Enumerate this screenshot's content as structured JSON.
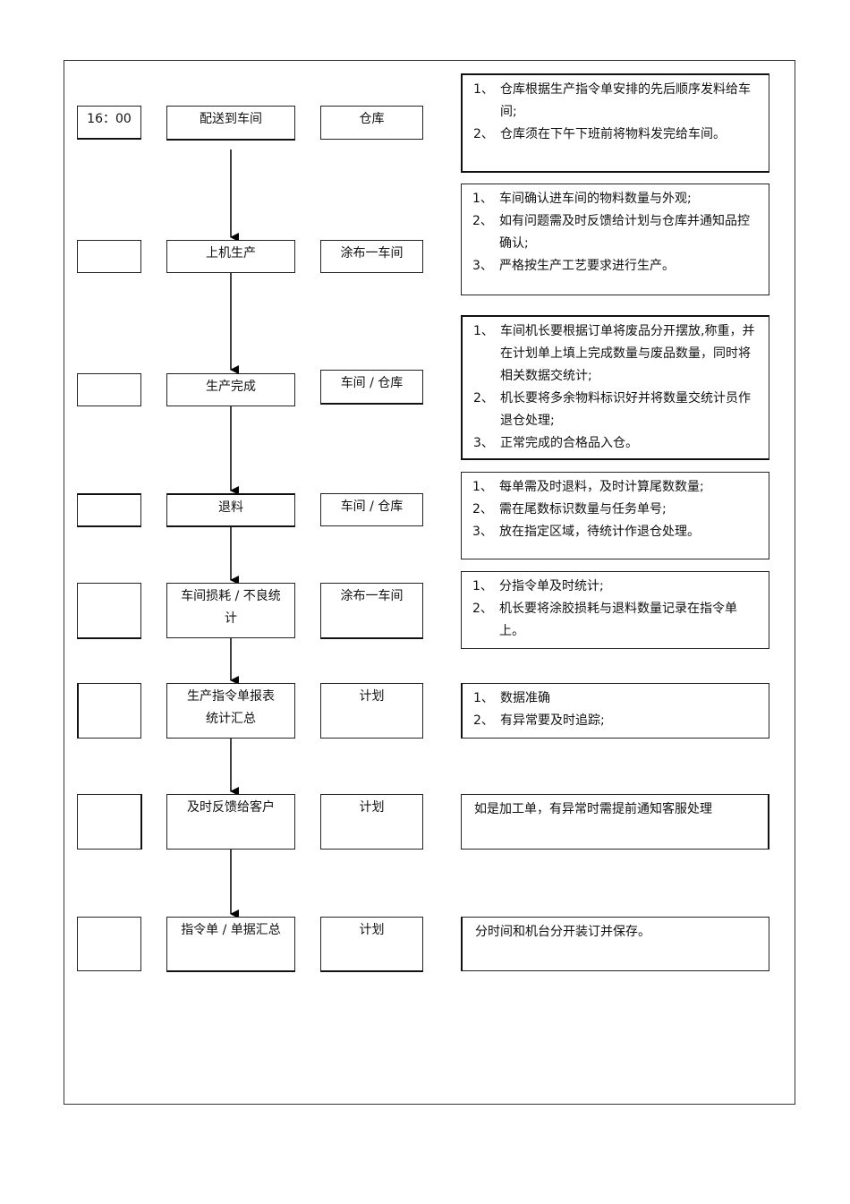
{
  "rows": [
    {
      "time": "16：00",
      "step": "配送到车间",
      "dept": "仓库",
      "notes": [
        {
          "num": "1、",
          "text": "仓库根据生产指令单安排的先后顺序发料给车间;"
        },
        {
          "num": "2、",
          "text": "仓库须在下午下班前将物料发完给车间。"
        }
      ]
    },
    {
      "time": "",
      "step": "上机生产",
      "dept": "涂布一车间",
      "notes": [
        {
          "num": "1、",
          "text": "车间确认进车间的物料数量与外观;"
        },
        {
          "num": "2、",
          "text": "如有问题需及时反馈给计划与仓库并通知品控确认;"
        },
        {
          "num": "3、",
          "text": "严格按生产工艺要求进行生产。"
        }
      ]
    },
    {
      "time": "",
      "step": "生产完成",
      "dept": "车间 / 仓库",
      "notes": [
        {
          "num": "1、",
          "text": "车间机长要根据订单将废品分开摆放,称重，并在计划单上填上完成数量与废品数量，同时将相关数据交统计;"
        },
        {
          "num": "2、",
          "text": "机长要将多余物料标识好并将数量交统计员作退仓处理;"
        },
        {
          "num": "3、",
          "text": "正常完成的合格品入仓。"
        }
      ]
    },
    {
      "time": "",
      "step": "退料",
      "dept": "车间 / 仓库",
      "notes": [
        {
          "num": "1、",
          "text": "每单需及时退料，及时计算尾数数量;"
        },
        {
          "num": "2、",
          "text": "需在尾数标识数量与任务单号;"
        },
        {
          "num": "3、",
          "text": "放在指定区域，待统计作退仓处理。"
        }
      ]
    },
    {
      "time": "",
      "step": "车间损耗 / 不良统计",
      "dept": "涂布一车间",
      "notes": [
        {
          "num": "1、",
          "text": "分指令单及时统计;"
        },
        {
          "num": "2、",
          "text": "机长要将涂胶损耗与退料数量记录在指令单上。"
        }
      ]
    },
    {
      "time": "",
      "step": "生产指令单报表统计汇总",
      "dept": "计划",
      "notes": [
        {
          "num": "1、",
          "text": "数据准确"
        },
        {
          "num": "2、",
          "text": "有异常要及时追踪;"
        }
      ]
    },
    {
      "time": "",
      "step": "及时反馈给客户",
      "dept": "计划",
      "note_text": "如是加工单，有异常时需提前通知客服处理"
    },
    {
      "time": "",
      "step": "指令单 / 单据汇总",
      "dept": "计划",
      "note_text": "分时间和机台分开装订并保存。"
    }
  ]
}
